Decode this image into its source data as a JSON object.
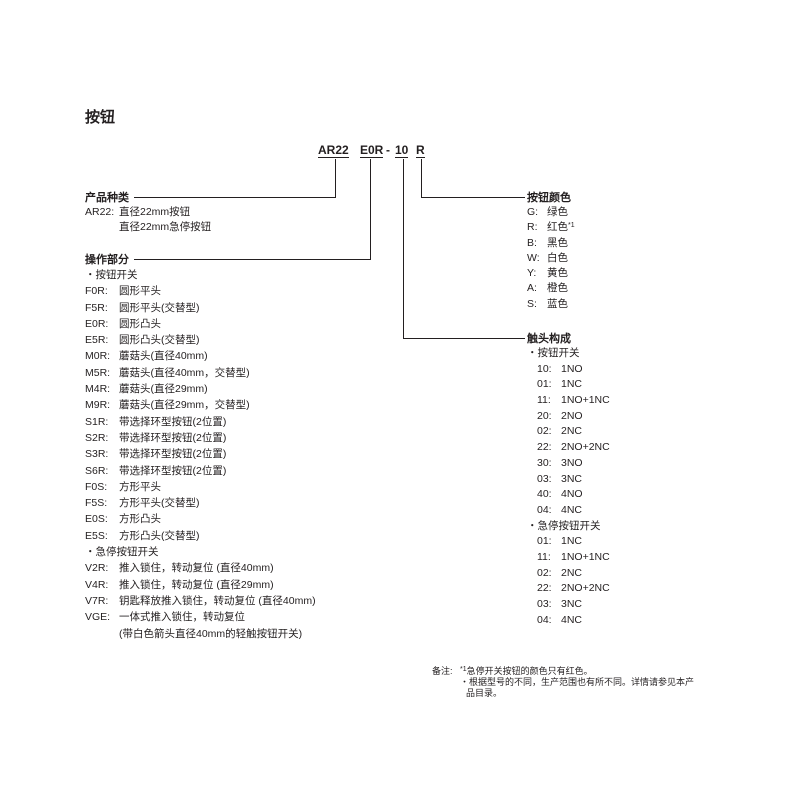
{
  "title": "按钮",
  "model_code": {
    "segments": [
      {
        "text": "AR22",
        "underline": true
      },
      {
        "text": "E0R",
        "underline": true
      },
      {
        "text": "-",
        "underline": false
      },
      {
        "text": "10",
        "underline": true
      },
      {
        "text": "R",
        "underline": true
      }
    ]
  },
  "product_type": {
    "heading": "产品种类",
    "rows": [
      {
        "code": "AR22:",
        "desc": "直径22mm按钮"
      },
      {
        "code": "",
        "desc": "直径22mm急停按钮"
      }
    ]
  },
  "operation_part": {
    "heading": "操作部分",
    "groups": [
      {
        "label": "・按钮开关",
        "items": [
          {
            "code": "F0R:",
            "desc": "圆形平头"
          },
          {
            "code": "F5R:",
            "desc": "圆形平头(交替型)"
          },
          {
            "code": "E0R:",
            "desc": "圆形凸头"
          },
          {
            "code": "E5R:",
            "desc": "圆形凸头(交替型)"
          },
          {
            "code": "M0R:",
            "desc": "蘑菇头(直径40mm)"
          },
          {
            "code": "M5R:",
            "desc": "蘑菇头(直径40mm，交替型)"
          },
          {
            "code": "M4R:",
            "desc": "蘑菇头(直径29mm)"
          },
          {
            "code": "M9R:",
            "desc": "蘑菇头(直径29mm，交替型)"
          },
          {
            "code": "S1R:",
            "desc": "带选择环型按钮(2位置)"
          },
          {
            "code": "S2R:",
            "desc": "带选择环型按钮(2位置)"
          },
          {
            "code": "S3R:",
            "desc": "带选择环型按钮(2位置)"
          },
          {
            "code": "S6R:",
            "desc": "带选择环型按钮(2位置)"
          },
          {
            "code": "F0S:",
            "desc": "方形平头"
          },
          {
            "code": "F5S:",
            "desc": "方形平头(交替型)"
          },
          {
            "code": "E0S:",
            "desc": "方形凸头"
          },
          {
            "code": "E5S:",
            "desc": "方形凸头(交替型)"
          }
        ]
      },
      {
        "label": "・急停按钮开关",
        "items": [
          {
            "code": "V2R:",
            "desc": "推入锁住，转动复位 (直径40mm)"
          },
          {
            "code": "V4R:",
            "desc": "推入锁住，转动复位 (直径29mm)"
          },
          {
            "code": "V7R:",
            "desc": "钥匙释放推入锁住，转动复位 (直径40mm)"
          },
          {
            "code": "VGE:",
            "desc": "一体式推入锁住，转动复位"
          },
          {
            "code": "",
            "desc": "(带白色箭头直径40mm的轻触按钮开关)"
          }
        ]
      }
    ]
  },
  "button_color": {
    "heading": "按钮颜色",
    "items": [
      {
        "code": "G:",
        "desc": "绿色",
        "sup": ""
      },
      {
        "code": "R:",
        "desc": "红色",
        "sup": "*1"
      },
      {
        "code": "B:",
        "desc": "黑色",
        "sup": ""
      },
      {
        "code": "W:",
        "desc": "白色",
        "sup": ""
      },
      {
        "code": "Y:",
        "desc": "黄色",
        "sup": ""
      },
      {
        "code": "A:",
        "desc": "橙色",
        "sup": ""
      },
      {
        "code": "S:",
        "desc": "蓝色",
        "sup": ""
      }
    ]
  },
  "contact_config": {
    "heading": "触头构成",
    "groups": [
      {
        "label": "・按钮开关",
        "items": [
          {
            "code": "10:",
            "desc": "1NO"
          },
          {
            "code": "01:",
            "desc": "1NC"
          },
          {
            "code": "11:",
            "desc": "1NO+1NC"
          },
          {
            "code": "20:",
            "desc": "2NO"
          },
          {
            "code": "02:",
            "desc": "2NC"
          },
          {
            "code": "22:",
            "desc": "2NO+2NC"
          },
          {
            "code": "30:",
            "desc": "3NO"
          },
          {
            "code": "03:",
            "desc": "3NC"
          },
          {
            "code": "40:",
            "desc": "4NO"
          },
          {
            "code": "04:",
            "desc": "4NC"
          }
        ]
      },
      {
        "label": "・急停按钮开关",
        "items": [
          {
            "code": "01:",
            "desc": "1NC"
          },
          {
            "code": "11:",
            "desc": "1NO+1NC"
          },
          {
            "code": "02:",
            "desc": "2NC"
          },
          {
            "code": "22:",
            "desc": "2NO+2NC"
          },
          {
            "code": "03:",
            "desc": "3NC"
          },
          {
            "code": "04:",
            "desc": "4NC"
          }
        ]
      }
    ]
  },
  "notes": {
    "label": "备注:",
    "items": [
      {
        "sup": "*1",
        "text": "急停开关按钮的颜色只有红色。"
      },
      {
        "sup": "",
        "text": "・根据型号的不同，生产范围也有所不同。详情请参见本产"
      },
      {
        "sup": "",
        "text": "品目录。"
      }
    ]
  }
}
